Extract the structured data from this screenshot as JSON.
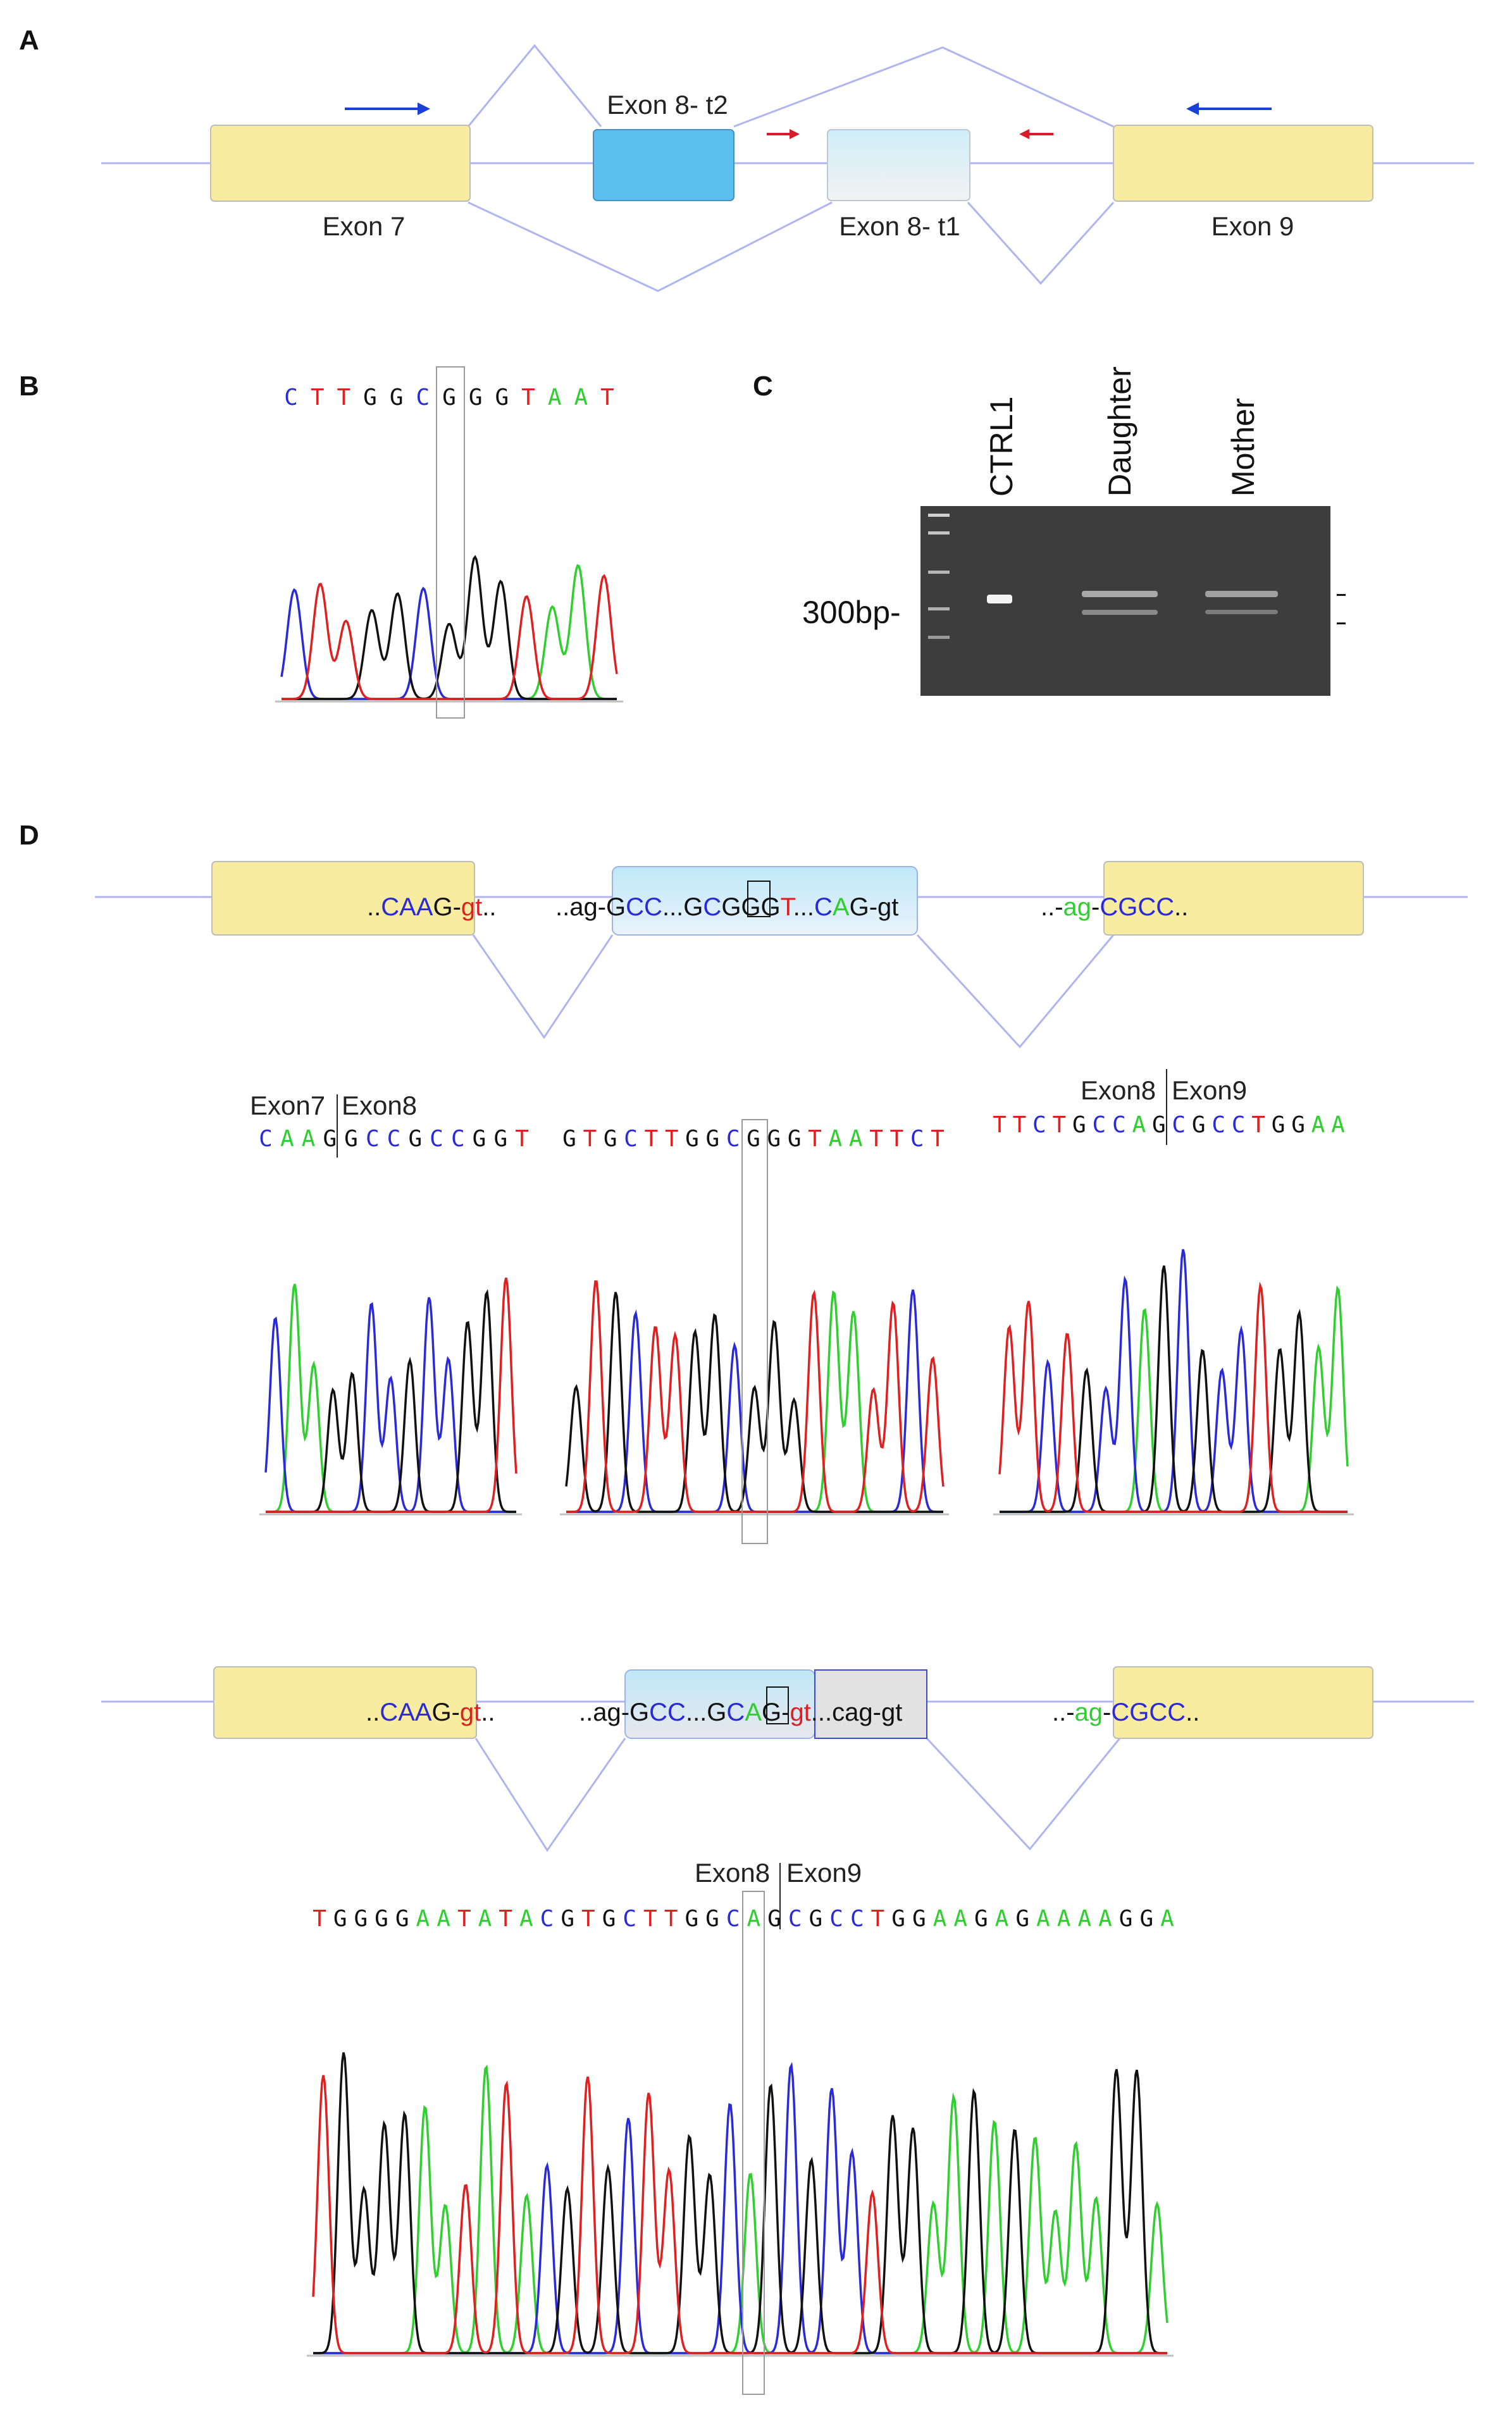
{
  "colors": {
    "A": "#2fcf2f",
    "C": "#2a2ad8",
    "G": "#111111",
    "T": "#e02020",
    "exon_yellow": "#f8eca0",
    "exon_blue": "#5bbfef",
    "exon_lightblue": "#d4f0f8",
    "intron_line": "#b0b4f0",
    "arrow_blue": "#1b40d8",
    "arrow_red": "#d81b2a"
  },
  "panels": {
    "A": {
      "label": "A",
      "exons": [
        "Exon 7",
        "Exon 8- t2",
        "Exon 8- t1",
        "Exon 9"
      ]
    },
    "B": {
      "label": "B",
      "sequence": "CTTGGCGGGTAAT"
    },
    "C": {
      "label": "C",
      "lanes": [
        "CTRL1",
        "Daughter",
        "Mother"
      ],
      "marker": "300bp-"
    },
    "D": {
      "label": "D",
      "top_gene": {
        "exon7_seq": [
          [
            "..",
            "G"
          ],
          [
            "CAA",
            "C"
          ],
          [
            "G-",
            "G"
          ],
          [
            "gt",
            "T"
          ],
          [
            "..",
            "G"
          ]
        ],
        "exon8_seq": [
          [
            "..ag-",
            "G"
          ],
          [
            "G",
            "G"
          ],
          [
            "CC",
            "C"
          ],
          [
            "...",
            "G"
          ],
          [
            "G",
            "G"
          ],
          [
            "C",
            "C"
          ],
          [
            "GGG",
            "G"
          ],
          [
            "T",
            "T"
          ],
          [
            "...",
            "G"
          ],
          [
            "C",
            "C"
          ],
          [
            "A",
            "A"
          ],
          [
            "G-gt",
            "G"
          ]
        ],
        "exon9_seq": [
          [
            "..-",
            "G"
          ],
          [
            "ag",
            "A"
          ],
          [
            "-",
            "G"
          ],
          [
            "CGCC",
            "C"
          ],
          [
            "..",
            "G"
          ]
        ]
      },
      "junction_7_8": {
        "left": "Exon7",
        "right": "Exon8",
        "seq": "CAAGGCCGCCGGT"
      },
      "middle_seq": "GTGCTTGGCGGGTAATTCT",
      "junction_8_9": {
        "left": "Exon8",
        "right": "Exon9",
        "seq": "TTCTGCCAGCGCCTGGAA"
      },
      "bottom_gene": {
        "exon7_seq": [
          [
            "..",
            "G"
          ],
          [
            "CAA",
            "C"
          ],
          [
            "G-",
            "G"
          ],
          [
            "gt",
            "T"
          ],
          [
            "..",
            "G"
          ]
        ],
        "exon8_seq": [
          [
            "..ag-",
            "G"
          ],
          [
            "G",
            "G"
          ],
          [
            "CC",
            "C"
          ],
          [
            "...",
            "G"
          ],
          [
            "G",
            "G"
          ],
          [
            "C",
            "C"
          ],
          [
            "A",
            "A"
          ],
          [
            "G-",
            "G"
          ],
          [
            "gt",
            "T"
          ],
          [
            "...cag-gt",
            "G"
          ]
        ],
        "exon9_seq": [
          [
            "..-",
            "G"
          ],
          [
            "ag",
            "A"
          ],
          [
            "-",
            "G"
          ],
          [
            "CGCC",
            "C"
          ],
          [
            "..",
            "G"
          ]
        ]
      },
      "junction_bottom": {
        "left": "Exon8",
        "right": "Exon9",
        "seq": "TGGGGAATATACGTGCTTGGCAGCGCCTGGAAGAGAAAAGGA"
      }
    }
  }
}
